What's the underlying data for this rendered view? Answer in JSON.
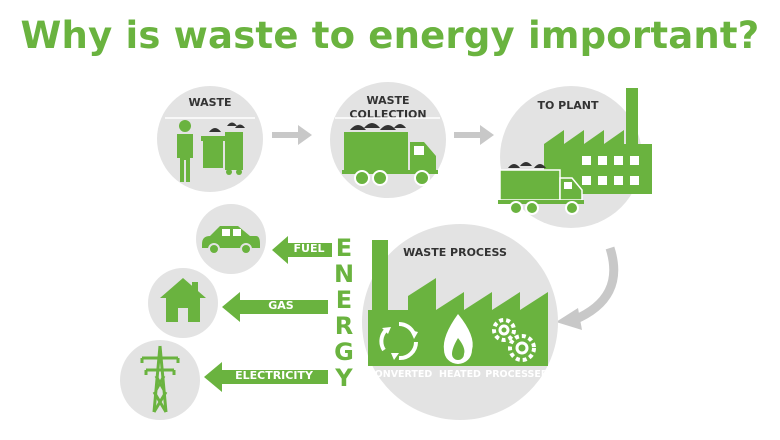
{
  "title": "Why is waste to energy important?",
  "steps": {
    "waste": "WASTE",
    "collection_line1": "WASTE",
    "collection_line2": "COLLECTION",
    "plant": "TO PLANT",
    "process": "WASTE PROCESS"
  },
  "process_stages": {
    "converted": "CONVERTED",
    "heated": "HEATED",
    "processed": "PROCESSED"
  },
  "outputs": {
    "fuel": "FUEL",
    "gas": "GAS",
    "electricity": "ELECTRICITY"
  },
  "energy_word": [
    "E",
    "N",
    "E",
    "R",
    "G",
    "Y"
  ],
  "colors": {
    "green": "#6ab33f",
    "circle_gray": "#e3e3e3",
    "arrow_gray": "#c8c8c8"
  },
  "icons": [
    "person-recycling-icon",
    "garbage-truck-icon",
    "factory-icon",
    "car-icon",
    "house-icon",
    "power-tower-icon",
    "recycle-icon",
    "flame-icon",
    "gears-icon"
  ]
}
